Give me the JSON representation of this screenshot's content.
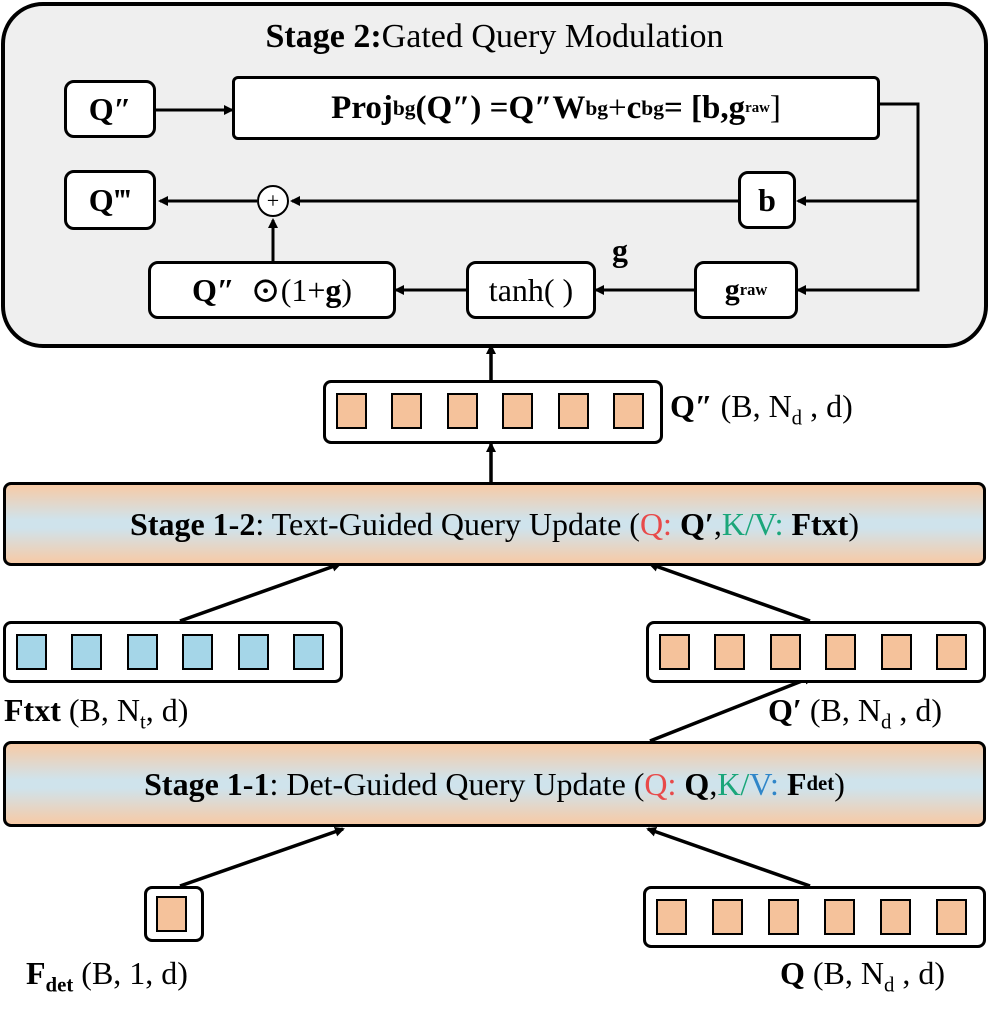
{
  "stage2": {
    "title_bold": "Stage 2:",
    "title_rest": " Gated Query Modulation",
    "q2": "Q″",
    "q3": "Q‴",
    "proj": {
      "p1": "Proj",
      "p1_sub": "bg",
      "p2": "(Q″) = ",
      "p3": "Q″W",
      "p3_sub": "bg",
      "p4": " + ",
      "p5": "c",
      "p5_sub": "bg",
      "p6": " = [",
      "p7": "b",
      "p8": ", ",
      "p9": "g",
      "p9_sub": "raw",
      "p10": "]"
    },
    "b_label": "b",
    "graw_main": "g",
    "graw_sub": "raw",
    "plus": "+",
    "tanh": "tanh( )",
    "g_label": "g",
    "gate": {
      "q": "Q″",
      "odot": "⊙",
      "open": "(1+ ",
      "g": "g",
      "close": ")"
    }
  },
  "q2_tensor": {
    "name": "Q″",
    "shape_a": " (B, ",
    "shape_n": "N",
    "shape_n_sub": "d",
    "shape_b": " , d)"
  },
  "stage12": {
    "bold": "Stage 1-2",
    "rest": ": Text-Guided Query Update (",
    "q_label": "Q:",
    "q_val": "Q′",
    "sep": ", ",
    "kv_label": "K/V:",
    "kv_val": "Ftxt",
    "end": ")"
  },
  "ftxt_tensor": {
    "name": "Ftxt",
    "shape_a": " (B, N",
    "shape_sub": "t",
    "shape_b": ", d)"
  },
  "qprime_tensor": {
    "name": "Q′",
    "shape_a": " (B, ",
    "shape_n": "N",
    "shape_n_sub": "d",
    "shape_b": " , d)"
  },
  "stage11": {
    "bold": "Stage 1-1",
    "rest": ": Det-Guided Query Update (",
    "q_label": "Q:",
    "q_val": "Q",
    "sep": ", ",
    "kv_label": "K/V:",
    "kv_val": "F",
    "kv_sub": "det",
    "end": ")"
  },
  "fdet_tensor": {
    "name": "F",
    "name_sub": "det",
    "shape": " (B, 1, d)"
  },
  "q_tensor": {
    "name": "Q",
    "shape_a": " (B, ",
    "shape_n": "N",
    "shape_n_sub": "d",
    "shape_b": " , d)"
  },
  "colors": {
    "query_cell": "#f5c29b",
    "text_cell": "#a5d6e8",
    "q_label": "#e84a4a",
    "kv_label_k": "#1aa67a",
    "kv_label_v": "#2f86c9",
    "stage2_bg": "#efefef"
  }
}
